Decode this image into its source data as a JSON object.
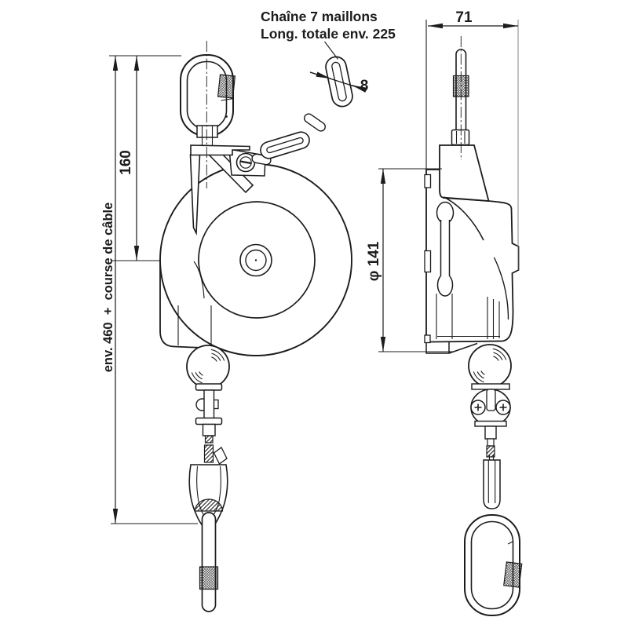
{
  "drawing": {
    "kind": "technical-drawing-tool-balancer",
    "views": {
      "front": "front-view",
      "side": "side-view"
    },
    "annotations": {
      "chain_note_line1": "Chaîne 7 maillons",
      "chain_note_line2": "Long. totale env. 225"
    },
    "dimensions": {
      "chain_link_diameter": "8",
      "top_width": "71",
      "top_to_axis": "160",
      "overall_height": "env. 460  +  course de câble",
      "housing_diameter": "φ 141"
    },
    "colors": {
      "line": "#1c1c1c",
      "background": "#ffffff",
      "extension_line": "#777777"
    }
  }
}
